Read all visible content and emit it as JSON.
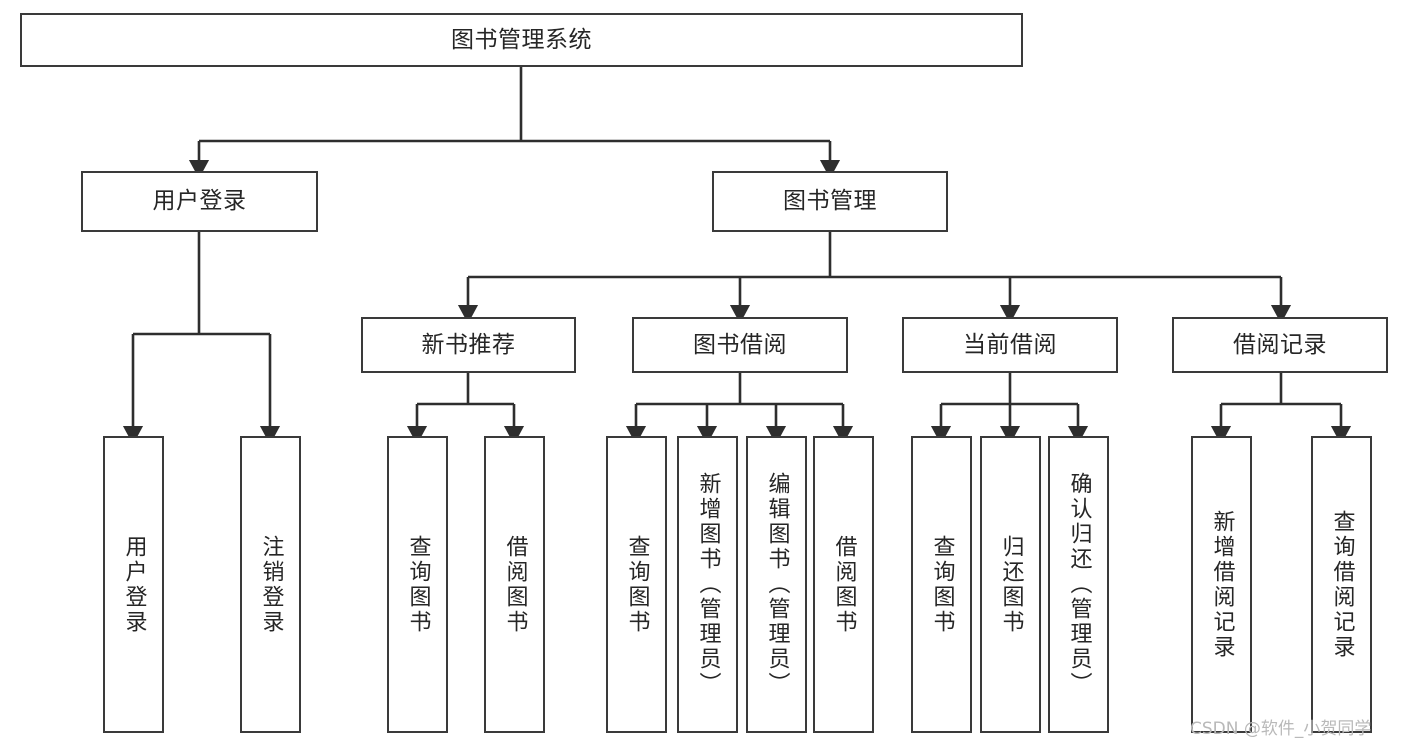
{
  "diagram": {
    "type": "tree-hierarchy",
    "title": "图书管理系统",
    "root": {
      "label": "图书管理系统"
    },
    "level2": [
      {
        "label": "用户登录"
      },
      {
        "label": "图书管理"
      }
    ],
    "level3": [
      {
        "label": "新书推荐"
      },
      {
        "label": "图书借阅"
      },
      {
        "label": "当前借阅"
      },
      {
        "label": "借阅记录"
      }
    ],
    "leaves": {
      "user_login": [
        {
          "label": "用户登录"
        },
        {
          "label": "注销登录"
        }
      ],
      "new_book_recommend": [
        {
          "label": "查询图书"
        },
        {
          "label": "借阅图书"
        }
      ],
      "book_borrow": [
        {
          "label": "查询图书"
        },
        {
          "label": "新增图书（管理员）"
        },
        {
          "label": "编辑图书（管理员）"
        },
        {
          "label": "借阅图书"
        }
      ],
      "current_borrow": [
        {
          "label": "查询图书"
        },
        {
          "label": "归还图书"
        },
        {
          "label": "确认归还（管理员）"
        }
      ],
      "borrow_record": [
        {
          "label": "新增借阅记录"
        },
        {
          "label": "查询借阅记录"
        }
      ]
    }
  },
  "watermark": {
    "text": "CSDN @软件_小贺同学"
  },
  "colors": {
    "border": "#3a3a3a",
    "text": "#262626",
    "background": "#ffffff",
    "watermark": "#b9b9b9"
  }
}
